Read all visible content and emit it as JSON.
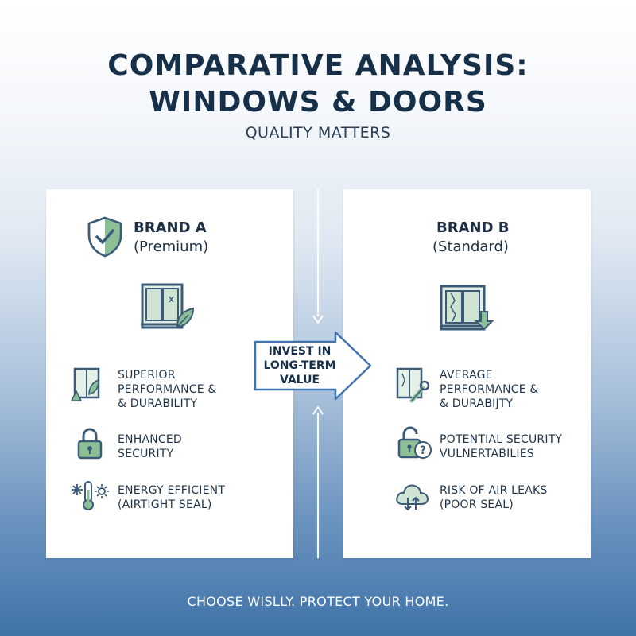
{
  "header": {
    "title_line1": "COMPARATIVE ANALYSIS:",
    "title_line2": "WINDOWS & DOORS",
    "subtitle": "QUALITY MATTERS"
  },
  "colors": {
    "accent_green": "#6ea47f",
    "navy": "#17304a",
    "arrow_border": "#3f74b3"
  },
  "brand_a": {
    "name": "BRAND A",
    "tier": "(Premium)",
    "badge_icon": "shield-check-icon",
    "hero_icon": "window-leaf-icon",
    "features": [
      {
        "icon": "window-leaf-icon",
        "line1": "SUPERIOR",
        "line2": "PERFORMANCE &",
        "line3": "& DURABILITY"
      },
      {
        "icon": "padlock-closed-icon",
        "line1": "ENHANCED",
        "line2": "SECURITY"
      },
      {
        "icon": "thermometer-snowflake-icon",
        "line1": "ENERGY EFFICIENT",
        "line2": "(AIRTIGHT SEAL)"
      }
    ]
  },
  "brand_b": {
    "name": "BRAND B",
    "tier": "(Standard)",
    "hero_icon": "cracked-window-down-icon",
    "features": [
      {
        "icon": "window-wrench-icon",
        "line1": "AVERAGE",
        "line2": "PERFORMANCE &",
        "line3": "& DURABIJTY"
      },
      {
        "icon": "padlock-open-question-icon",
        "line1": "POTENTIAL SECURITY",
        "line2": "VULNERTABILIES"
      },
      {
        "icon": "cloud-arrows-icon",
        "line1": "RISK OF AIR LEAKS",
        "line2": "(POOR SEAL)"
      }
    ]
  },
  "center_arrow": {
    "line1": "INVEST IN",
    "line2": "LONG-TERM",
    "line3": "VALUE"
  },
  "footer": {
    "text": "CHOOSE WISLLY. PROTECT YOUR HOME."
  }
}
